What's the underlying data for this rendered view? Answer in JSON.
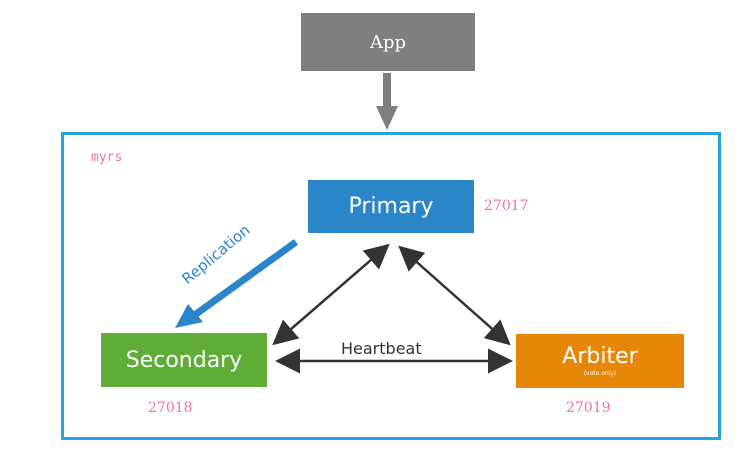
{
  "app": {
    "label": "App"
  },
  "replica_set": {
    "name": "myrs"
  },
  "nodes": {
    "primary": {
      "label": "Primary",
      "port": "27017"
    },
    "secondary": {
      "label": "Secondary",
      "port": "27018"
    },
    "arbiter": {
      "label": "Arbiter",
      "note": "(vote only)",
      "port": "27019"
    }
  },
  "links": {
    "heartbeat": "Heartbeat",
    "replication": "Replication"
  },
  "colors": {
    "primary": "#2a86c9",
    "secondary": "#5fad37",
    "arbiter": "#e6870a",
    "app": "#7f7f7f",
    "border": "#25a4de",
    "port_text": "#f36fb1"
  }
}
